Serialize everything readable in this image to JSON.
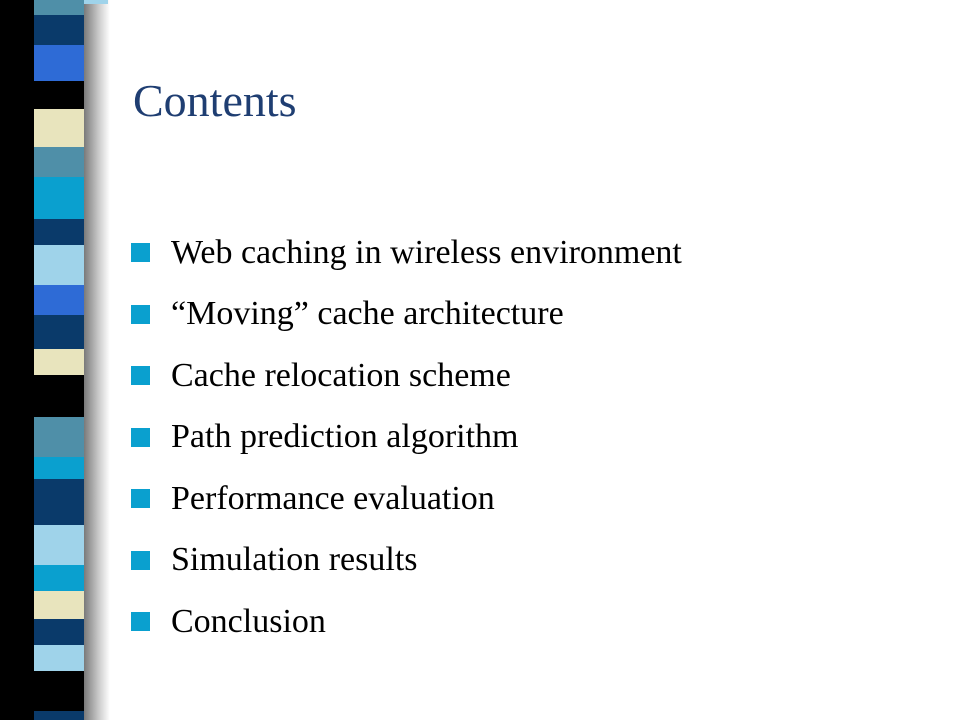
{
  "slide": {
    "title": "Contents",
    "bullets": [
      "Web caching in wireless environment",
      "“Moving” cache architecture",
      "Cache relocation scheme",
      "Path prediction algorithm",
      "Performance evaluation",
      "Simulation results",
      "Conclusion"
    ]
  },
  "colors": {
    "title": "#1f3e72",
    "bullet": "#0aa0cf",
    "stripe_navy": "#0a3a6a",
    "stripe_royal": "#2e6bd6",
    "stripe_cyan": "#0aa0cf",
    "stripe_teal": "#4f8fa8",
    "stripe_light_blue": "#9fd3ea",
    "stripe_cream": "#e8e4bd",
    "stripe_black": "#000000"
  }
}
